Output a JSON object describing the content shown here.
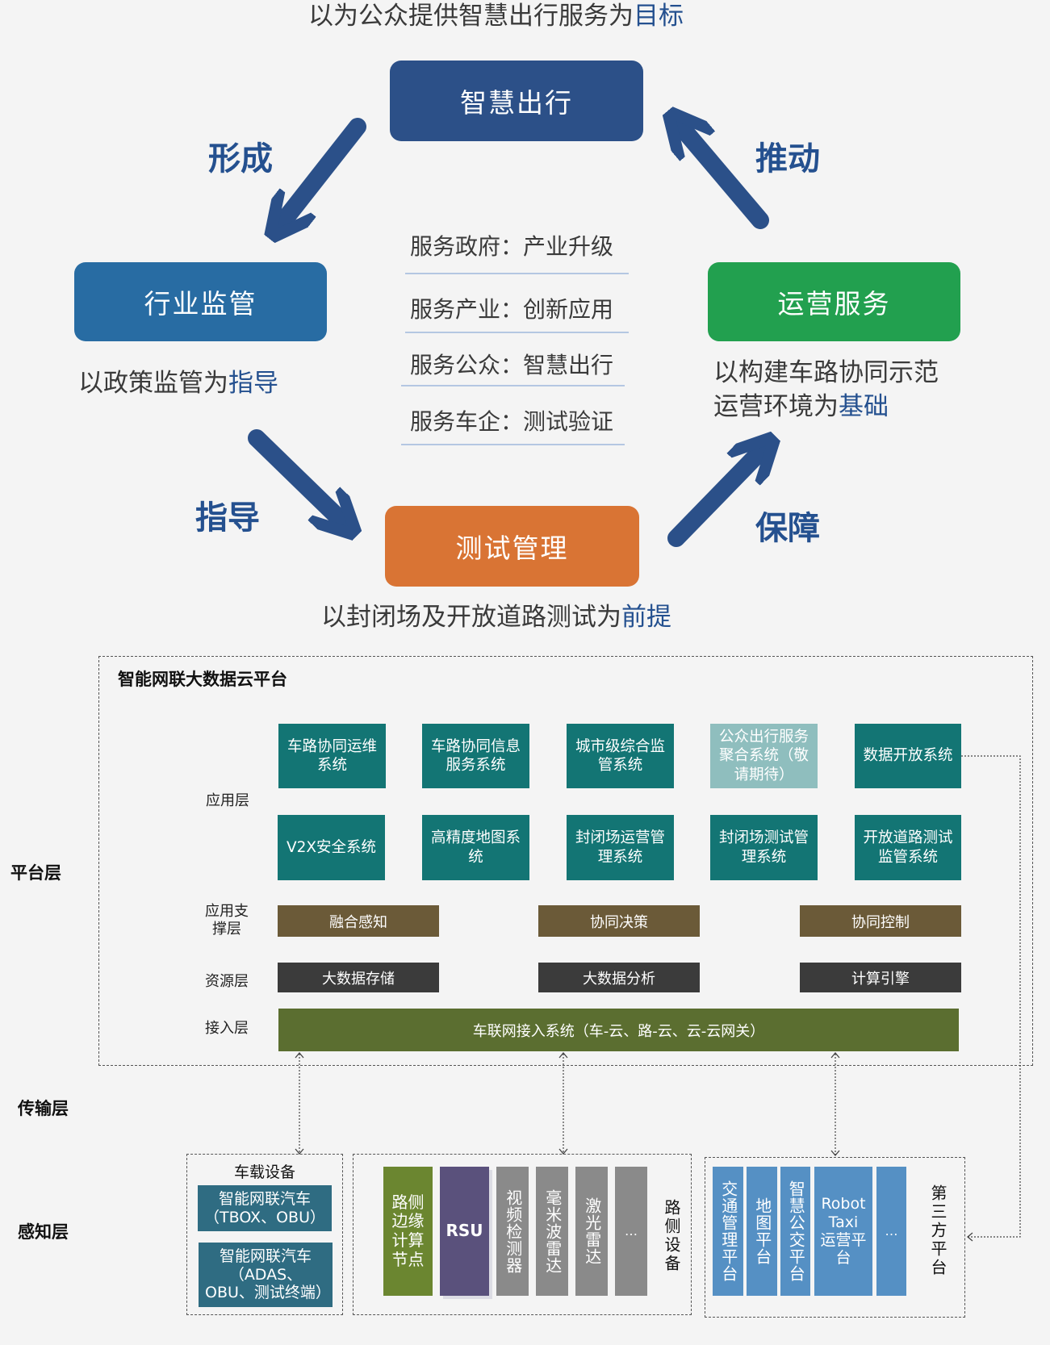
{
  "top": {
    "goal_caption_pre": "以为公众提供智慧出行服务为",
    "goal_caption_hl": "目标",
    "core_boxes": {
      "smart_mobility": {
        "label": "智慧出行",
        "color": "#2c5088"
      },
      "industry_supervision": {
        "label": "行业监管",
        "color": "#286ca3"
      },
      "operation_service": {
        "label": "运营服务",
        "color": "#22a04f"
      },
      "test_management": {
        "label": "测试管理",
        "color": "#d97434"
      }
    },
    "verbs": {
      "form": "形成",
      "push": "推动",
      "guide": "指导",
      "ensure": "保障"
    },
    "captions": {
      "supervision_pre": "以政策监管为",
      "supervision_hl": "指导",
      "operation_line1": "以构建车路协同示范",
      "operation_line2_pre": "运营环境为",
      "operation_line2_hl": "基础",
      "test_pre": "以封闭场及开放道路测试为",
      "test_hl": "前提"
    },
    "services": [
      "服务政府：产业升级",
      "服务产业：创新应用",
      "服务公众：智慧出行",
      "服务车企：测试验证"
    ],
    "accent_color": "#24508f"
  },
  "architecture": {
    "layers": {
      "platform": "平台层",
      "transport": "传输层",
      "perception": "感知层"
    },
    "platform_title": "智能网联大数据云平台",
    "sublayers": {
      "application": "应用层",
      "app_support": "应用支撑层",
      "resource": "资源层",
      "access": "接入层"
    },
    "application_row1": [
      {
        "label": "车路协同运维系统",
        "status": "active"
      },
      {
        "label": "车路协同信息服务系统",
        "status": "active"
      },
      {
        "label": "城市级综合监管系统",
        "status": "active"
      },
      {
        "label": "公众出行服务聚合系统（敬请期待）",
        "status": "coming_soon"
      },
      {
        "label": "数据开放系统",
        "status": "active"
      }
    ],
    "application_row2": [
      {
        "label": "V2X安全系统"
      },
      {
        "label": "高精度地图系统"
      },
      {
        "label": "封闭场运营管理系统"
      },
      {
        "label": "封闭场测试管理系统"
      },
      {
        "label": "开放道路测试监管系统"
      }
    ],
    "app_support": [
      "融合感知",
      "协同决策",
      "协同控制"
    ],
    "resource": [
      "大数据存储",
      "大数据分析",
      "计算引擎"
    ],
    "access": "车联网接入系统（车-云、路-云、云-云网关）",
    "vehicle_devices": {
      "title": "车载设备",
      "items": [
        "智能网联汽车（TBOX、OBU）",
        "智能网联汽车（ADAS、OBU、测试终端）"
      ]
    },
    "roadside_devices": {
      "title": "路侧设备",
      "items": [
        {
          "label": "路侧边缘计算节点",
          "color": "#6b8630"
        },
        {
          "label": "RSU",
          "color": "#5a517c"
        },
        {
          "label": "视频检测器",
          "color": "#8a8a8a"
        },
        {
          "label": "毫米波雷达",
          "color": "#8a8a8a"
        },
        {
          "label": "激光雷达",
          "color": "#8a8a8a"
        },
        {
          "label": "…",
          "color": "#8a8a8a"
        }
      ]
    },
    "third_party": {
      "title": "第三方平台",
      "items": [
        {
          "label": "交通管理平台"
        },
        {
          "label": "地图平台"
        },
        {
          "label": "智慧公交平台"
        },
        {
          "label": "Robot Taxi 运营平台"
        },
        {
          "label": "…"
        }
      ],
      "color": "#5590c4"
    }
  }
}
